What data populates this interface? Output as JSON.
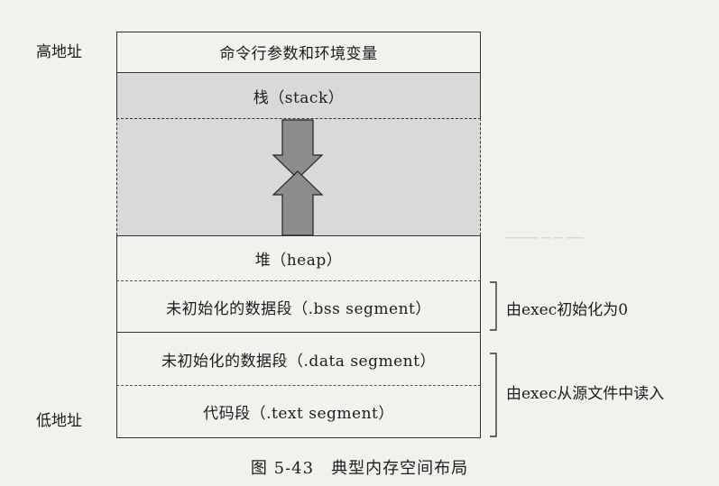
{
  "labels": {
    "high_address": "高地址",
    "low_address": "低地址"
  },
  "segments": {
    "env": "命令行参数和环境变量",
    "stack": "栈（stack）",
    "heap": "堆（heap）",
    "bss": "未初始化的数据段（.bss segment）",
    "data": "未初始化的数据段（.data segment）",
    "text": "代码段（.text segment）"
  },
  "annotations": {
    "bss_note": "由exec初始化为0",
    "data_text_note": "由exec从源文件中读入"
  },
  "caption": "图 5-43　典型内存空间布局",
  "colors": {
    "shaded_region": "#d9d9d7",
    "arrow_fill": "#8c8c8c",
    "line": "#333333"
  }
}
